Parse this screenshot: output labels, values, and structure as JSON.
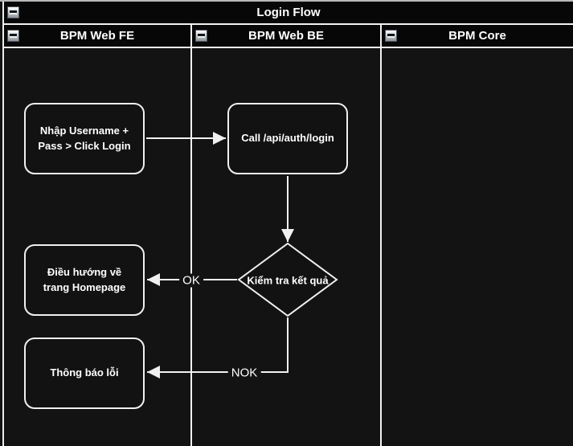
{
  "pool": {
    "title": "Login Flow"
  },
  "lanes": [
    {
      "label": "BPM Web FE"
    },
    {
      "label": "BPM Web BE"
    },
    {
      "label": "BPM Core"
    }
  ],
  "nodes": {
    "login_input": {
      "label": "Nhập Username + Pass > Click Login"
    },
    "call_api": {
      "label": "Call /api/auth/login"
    },
    "check_result": {
      "label": "Kiểm tra kết quả"
    },
    "redirect_home": {
      "label": "Điều hướng về trang Homepage"
    },
    "error_notice": {
      "label": "Thông báo lỗi"
    }
  },
  "edges": {
    "ok": {
      "label": "OK"
    },
    "nok": {
      "label": "NOK"
    }
  },
  "colors": {
    "canvas_background": "#131313",
    "header_background": "#070707",
    "line": "#f2f2f2",
    "text": "#ffffff",
    "outer_top_border": "#b9b9b9"
  }
}
